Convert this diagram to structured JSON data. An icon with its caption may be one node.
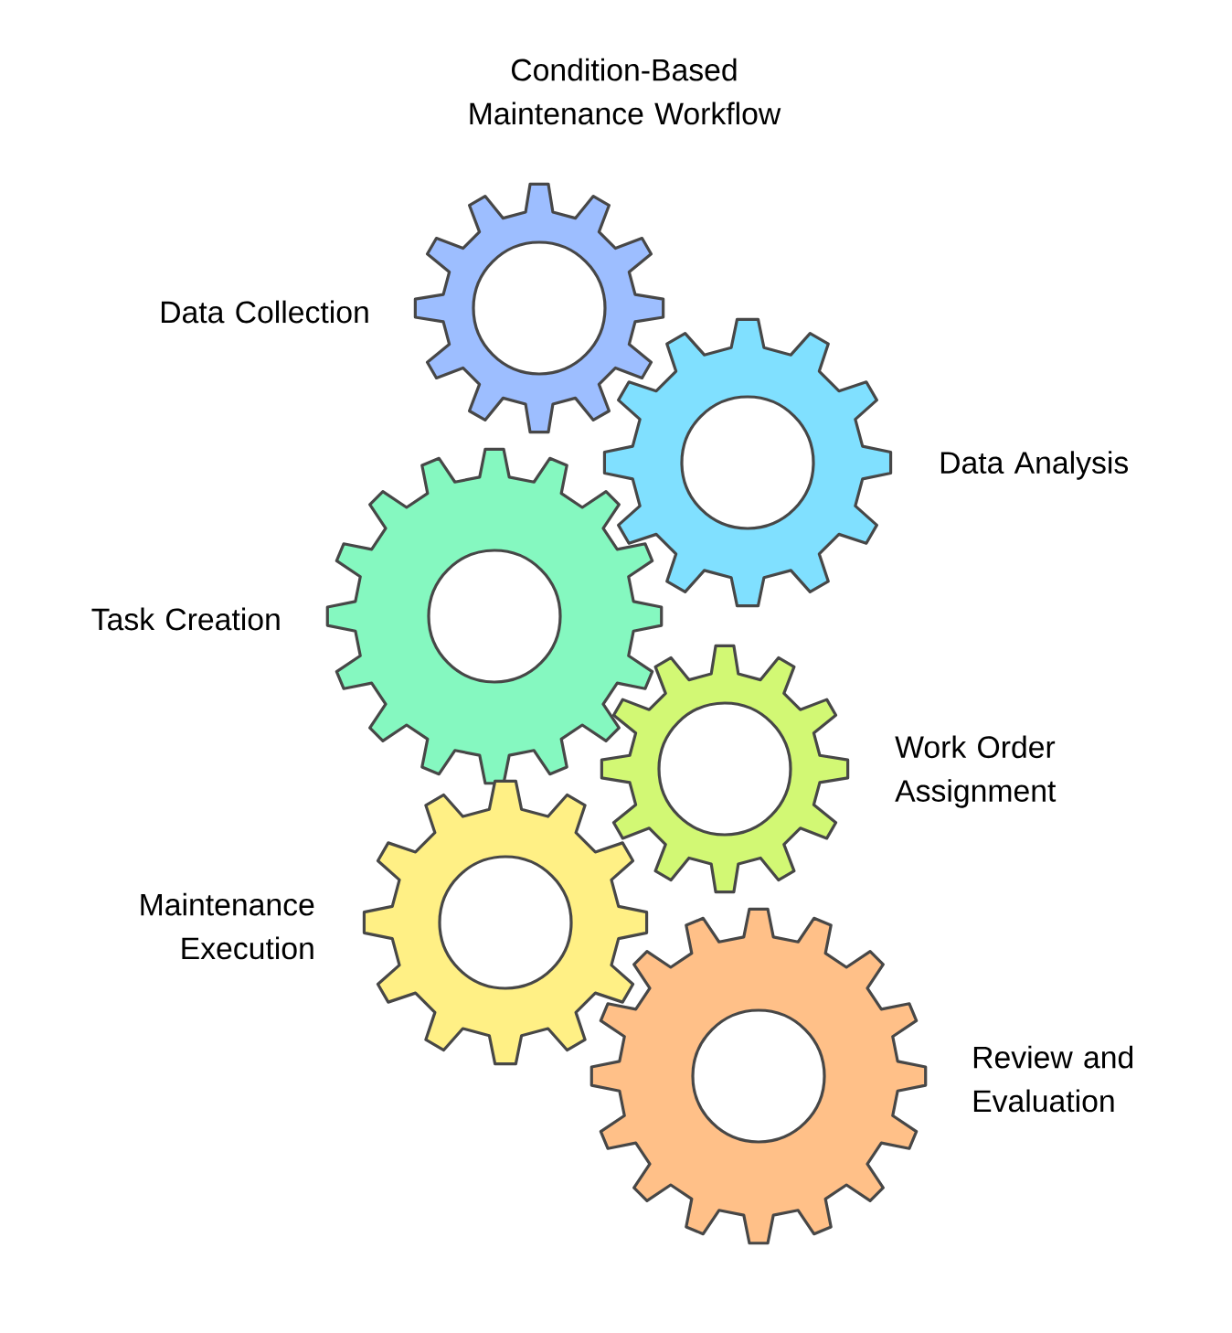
{
  "diagram": {
    "title": "Condition-Based Maintenance Workflow",
    "nodes": [
      {
        "text": [],
        "shape": "gear",
        "beside": [
          "Data Collection"
        ]
      },
      {
        "text": [],
        "shape": "gear",
        "beside": [
          "Data Analysis"
        ]
      },
      {
        "text": [],
        "shape": "gear",
        "beside": [
          "Task Creation"
        ]
      },
      {
        "text": [],
        "shape": "gear",
        "beside": [
          "Work Order Assignment"
        ]
      },
      {
        "text": [],
        "shape": "gear",
        "beside": [
          "Maintenance Execution"
        ]
      },
      {
        "text": [],
        "shape": "gear",
        "beside": [
          "Review and Evaluation"
        ]
      }
    ]
  }
}
